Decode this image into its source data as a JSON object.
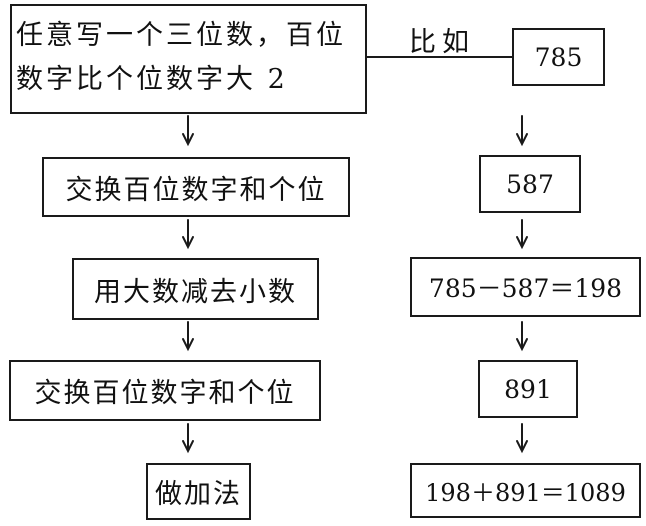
{
  "steps": [
    {
      "lines": [
        "任意写一个三位数，百位",
        "数字比个位数字大 2"
      ]
    },
    {
      "text": "交换百位数字和个位"
    },
    {
      "text": "用大数减去小数"
    },
    {
      "text": "交换百位数字和个位"
    },
    {
      "text": "做加法"
    }
  ],
  "connector_label": "比如",
  "examples": [
    "785",
    "587",
    "785－587＝198",
    "891",
    "198＋891＝1089"
  ]
}
